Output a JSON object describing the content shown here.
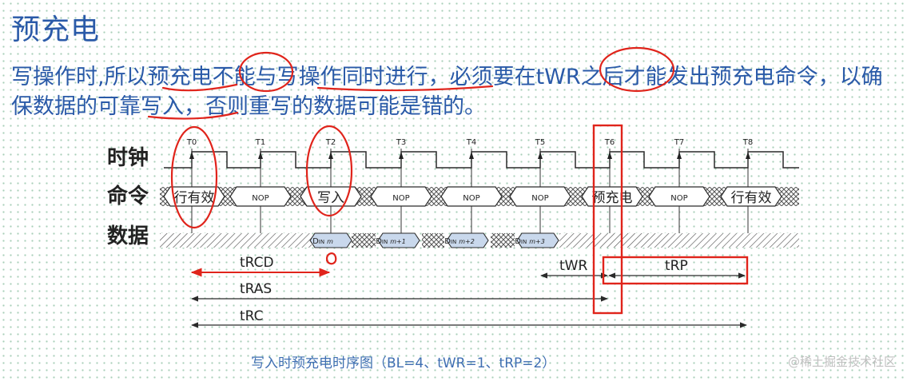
{
  "slide": {
    "title": "预充电",
    "paragraph": "写操作时,所以预充电不能与写操作同时进行，必须要在tWR之后才能发出预充电命令，以确保数据的可靠写入，否则重写的数据可能是错的。",
    "caption": "写入时预充电时序图（BL=4、tWR=1、tRP=2）",
    "watermark": "@稀土掘金技术社区"
  },
  "diagram": {
    "row_labels": [
      "时钟",
      "命令",
      "数据"
    ],
    "clock_ticks": [
      "T0",
      "T1",
      "T2",
      "T3",
      "T4",
      "T5",
      "T6",
      "T7",
      "T8"
    ],
    "commands": [
      "行有效",
      "NOP",
      "写入",
      "NOP",
      "NOP",
      "NOP",
      "预充电",
      "NOP",
      "行有效"
    ],
    "data_words": [
      {
        "prefix": "D",
        "sub": "IN",
        "suffix": "m"
      },
      {
        "prefix": "D",
        "sub": "IN",
        "suffix": "m+1"
      },
      {
        "prefix": "D",
        "sub": "IN",
        "suffix": "m+2"
      },
      {
        "prefix": "D",
        "sub": "IN",
        "suffix": "m+3"
      }
    ],
    "timings": [
      "tRCD",
      "tWR",
      "tRP",
      "tRAS",
      "tRC"
    ],
    "colors": {
      "ink": "#2a2a2a",
      "annotation_red": "#e0241b",
      "data_fill": "#c9d8ec",
      "text_blue": "#2a5aa8"
    }
  }
}
